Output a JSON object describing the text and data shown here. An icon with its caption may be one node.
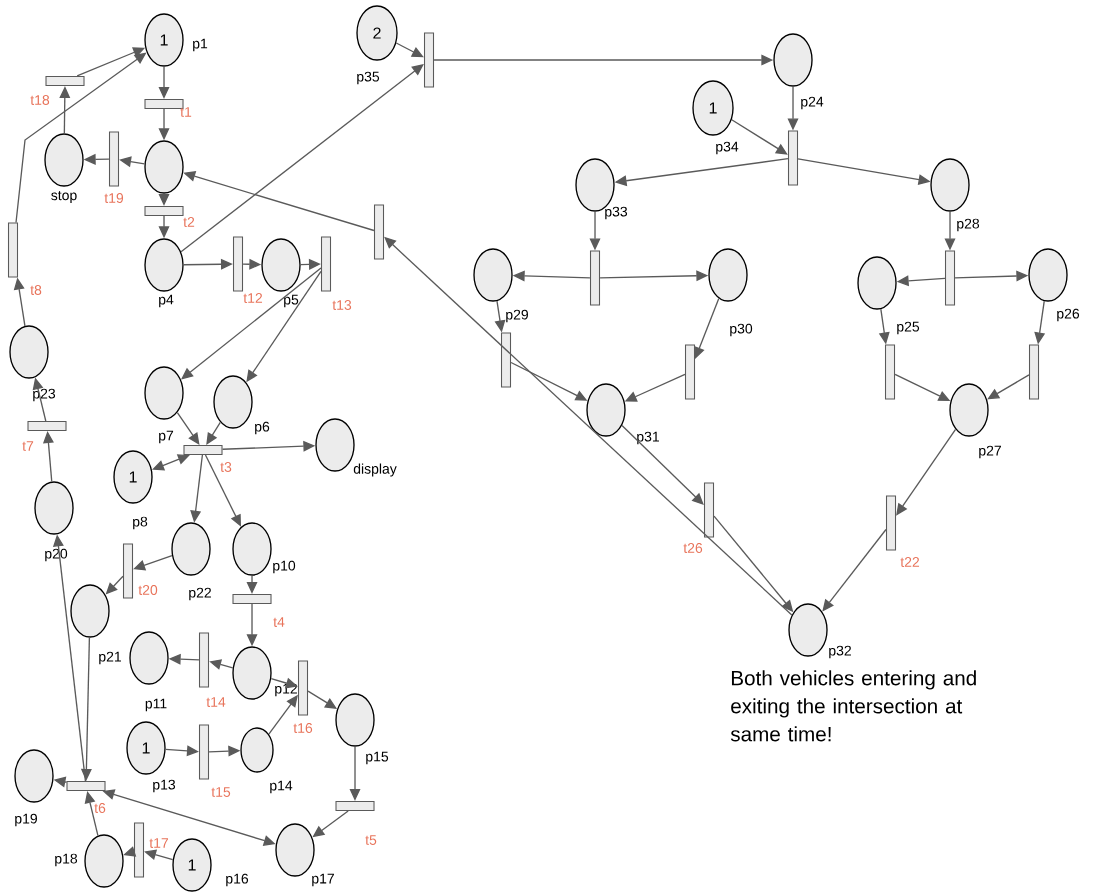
{
  "diagram": {
    "nodes": [
      {
        "text": [
          "1"
        ],
        "beside": [
          "p1"
        ]
      },
      {
        "text": [],
        "shape": "circle"
      },
      {
        "text": [],
        "shape": "circle",
        "beside": [
          "stop"
        ]
      },
      {
        "text": [],
        "shape": "circle",
        "beside": [
          "p4"
        ]
      },
      {
        "text": [],
        "shape": "circle",
        "beside": [
          "p5"
        ]
      },
      {
        "text": [
          "2"
        ],
        "beside": [
          "p35"
        ]
      },
      {
        "text": [],
        "shape": "circle",
        "beside": [
          "p24"
        ]
      },
      {
        "text": [
          "1"
        ],
        "beside": [
          "p34"
        ]
      },
      {
        "text": [],
        "shape": "circle",
        "beside": [
          "p33"
        ]
      },
      {
        "text": [],
        "shape": "circle",
        "beside": [
          "p28"
        ]
      },
      {
        "text": [],
        "shape": "circle",
        "beside": [
          "p29"
        ]
      },
      {
        "text": [],
        "shape": "circle",
        "beside": [
          "p30"
        ]
      },
      {
        "text": [],
        "shape": "circle",
        "beside": [
          "p25"
        ]
      },
      {
        "text": [],
        "shape": "circle",
        "beside": [
          "p26"
        ]
      },
      {
        "text": [],
        "shape": "circle",
        "beside": [
          "p31"
        ]
      },
      {
        "text": [],
        "shape": "circle",
        "beside": [
          "p27"
        ]
      },
      {
        "text": [],
        "shape": "circle",
        "beside": [
          "p32"
        ]
      },
      {
        "text": [],
        "shape": "circle",
        "beside": [
          "p23"
        ]
      },
      {
        "text": [],
        "shape": "circle",
        "beside": [
          "p7"
        ]
      },
      {
        "text": [],
        "shape": "circle",
        "beside": [
          "p6"
        ]
      },
      {
        "text": [],
        "shape": "circle",
        "beside": [
          "display"
        ]
      },
      {
        "text": [
          "1"
        ],
        "beside": [
          "p8"
        ]
      },
      {
        "text": [],
        "shape": "circle",
        "beside": [
          "p20"
        ]
      },
      {
        "text": [],
        "shape": "circle",
        "beside": [
          "p22"
        ]
      },
      {
        "text": [],
        "shape": "circle",
        "beside": [
          "p10"
        ]
      },
      {
        "text": [],
        "shape": "circle",
        "beside": [
          "p21"
        ]
      },
      {
        "text": [],
        "shape": "circle",
        "beside": [
          "p11"
        ]
      },
      {
        "text": [],
        "shape": "circle",
        "beside": [
          "p12"
        ]
      },
      {
        "text": [
          "1"
        ],
        "beside": [
          "p13"
        ]
      },
      {
        "text": [],
        "shape": "circle",
        "beside": [
          "p14"
        ]
      },
      {
        "text": [],
        "shape": "circle",
        "beside": [
          "p15"
        ]
      },
      {
        "text": [],
        "shape": "circle",
        "beside": [
          "p19"
        ]
      },
      {
        "text": [],
        "shape": "circle",
        "beside": [
          "p18"
        ]
      },
      {
        "text": [
          "1"
        ],
        "beside": [
          "p16"
        ]
      },
      {
        "text": [],
        "shape": "circle",
        "beside": [
          "p17"
        ]
      },
      {
        "text": [],
        "shape": "bar",
        "beside": [
          "t1"
        ]
      },
      {
        "text": [],
        "shape": "bar",
        "beside": [
          "t19"
        ]
      },
      {
        "text": [],
        "shape": "bar",
        "beside": [
          "t18"
        ]
      },
      {
        "text": [],
        "shape": "bar",
        "beside": [
          "t2"
        ]
      },
      {
        "text": [],
        "shape": "bar",
        "beside": [
          "t12"
        ]
      },
      {
        "text": [],
        "shape": "bar",
        "beside": [
          "t13"
        ]
      },
      {
        "text": [],
        "shape": "bar"
      },
      {
        "text": [],
        "shape": "bar",
        "beside": [
          "t8"
        ]
      },
      {
        "text": [],
        "shape": "bar"
      },
      {
        "text": [],
        "shape": "bar"
      },
      {
        "text": [],
        "shape": "bar"
      },
      {
        "text": [],
        "shape": "bar"
      },
      {
        "text": [],
        "shape": "bar"
      },
      {
        "text": [],
        "shape": "bar"
      },
      {
        "text": [],
        "shape": "bar"
      },
      {
        "text": [],
        "shape": "bar"
      },
      {
        "text": [],
        "shape": "bar",
        "beside": [
          "t26"
        ]
      },
      {
        "text": [],
        "shape": "bar",
        "beside": [
          "t22"
        ]
      },
      {
        "text": [],
        "shape": "bar",
        "beside": [
          "t7"
        ]
      },
      {
        "text": [],
        "shape": "bar",
        "beside": [
          "t3"
        ]
      },
      {
        "text": [],
        "shape": "bar",
        "beside": [
          "t20"
        ]
      },
      {
        "text": [],
        "shape": "bar",
        "beside": [
          "t4"
        ]
      },
      {
        "text": [],
        "shape": "bar",
        "beside": [
          "t14"
        ]
      },
      {
        "text": [],
        "shape": "bar",
        "beside": [
          "t16"
        ]
      },
      {
        "text": [],
        "shape": "bar",
        "beside": [
          "t15"
        ]
      },
      {
        "text": [],
        "shape": "bar",
        "beside": [
          "t6"
        ]
      },
      {
        "text": [],
        "shape": "bar",
        "beside": [
          "t5"
        ]
      },
      {
        "text": [],
        "shape": "bar",
        "beside": [
          "t17"
        ]
      }
    ],
    "edges": [
      {
        "from": 0,
        "to": 35,
        "arrow": "to"
      },
      {
        "from": 35,
        "to": 1,
        "arrow": "to"
      },
      {
        "from": 1,
        "to": 36,
        "arrow": "to"
      },
      {
        "from": 36,
        "to": 2,
        "arrow": "to"
      },
      {
        "from": 2,
        "to": 37,
        "arrow": "to"
      },
      {
        "from": 37,
        "to": 0,
        "arrow": "to"
      },
      {
        "from": 42,
        "to": 0,
        "arrow": "to"
      },
      {
        "from": 1,
        "to": 38,
        "arrow": "to"
      },
      {
        "from": 38,
        "to": 3,
        "arrow": "to"
      },
      {
        "from": 3,
        "to": 39,
        "arrow": "to"
      },
      {
        "from": 39,
        "to": 4,
        "arrow": "to"
      },
      {
        "from": 4,
        "to": 40,
        "arrow": "to"
      },
      {
        "from": 3,
        "to": 43,
        "arrow": "to"
      },
      {
        "from": 5,
        "to": 43,
        "arrow": "to"
      },
      {
        "from": 43,
        "to": 6,
        "arrow": "to"
      },
      {
        "from": 6,
        "to": 44,
        "arrow": "to"
      },
      {
        "from": 7,
        "to": 44,
        "arrow": "to"
      },
      {
        "from": 44,
        "to": 8,
        "arrow": "to"
      },
      {
        "from": 44,
        "to": 9,
        "arrow": "to"
      },
      {
        "from": 8,
        "to": 45,
        "arrow": "to"
      },
      {
        "from": 45,
        "to": 10,
        "arrow": "to"
      },
      {
        "from": 45,
        "to": 11,
        "arrow": "to"
      },
      {
        "from": 9,
        "to": 46,
        "arrow": "to"
      },
      {
        "from": 46,
        "to": 12,
        "arrow": "to"
      },
      {
        "from": 46,
        "to": 13,
        "arrow": "to"
      },
      {
        "from": 10,
        "to": 47,
        "arrow": "to"
      },
      {
        "from": 11,
        "to": 48,
        "arrow": "to"
      },
      {
        "from": 47,
        "to": 14,
        "arrow": "to"
      },
      {
        "from": 48,
        "to": 14,
        "arrow": "to"
      },
      {
        "from": 12,
        "to": 49,
        "arrow": "to"
      },
      {
        "from": 13,
        "to": 50,
        "arrow": "to"
      },
      {
        "from": 49,
        "to": 15,
        "arrow": "to"
      },
      {
        "from": 50,
        "to": 15,
        "arrow": "to"
      },
      {
        "from": 14,
        "to": 51,
        "arrow": "to"
      },
      {
        "from": 51,
        "to": 16,
        "arrow": "to"
      },
      {
        "from": 15,
        "to": 52,
        "arrow": "to"
      },
      {
        "from": 52,
        "to": 16,
        "arrow": "to"
      },
      {
        "from": 16,
        "to": 41,
        "arrow": "to"
      },
      {
        "from": 41,
        "to": 1,
        "arrow": "to"
      },
      {
        "from": 40,
        "to": 18,
        "arrow": "to"
      },
      {
        "from": 40,
        "to": 19,
        "arrow": "to"
      },
      {
        "from": 18,
        "to": 54,
        "arrow": "to"
      },
      {
        "from": 19,
        "to": 54,
        "arrow": "to"
      },
      {
        "from": 54,
        "to": 20,
        "arrow": "to"
      },
      {
        "from": 54,
        "to": 21,
        "arrow": "both"
      },
      {
        "from": 54,
        "to": 23,
        "arrow": "to"
      },
      {
        "from": 54,
        "to": 24,
        "arrow": "to"
      },
      {
        "from": 23,
        "to": 55,
        "arrow": "to"
      },
      {
        "from": 55,
        "to": 25,
        "arrow": "to"
      },
      {
        "from": 24,
        "to": 56,
        "arrow": "to"
      },
      {
        "from": 56,
        "to": 27,
        "arrow": "to"
      },
      {
        "from": 27,
        "to": 57,
        "arrow": "to"
      },
      {
        "from": 57,
        "to": 26,
        "arrow": "to"
      },
      {
        "from": 27,
        "to": 58,
        "arrow": "to"
      },
      {
        "from": 28,
        "to": 59,
        "arrow": "to"
      },
      {
        "from": 59,
        "to": 29,
        "arrow": "to"
      },
      {
        "from": 29,
        "to": 58,
        "arrow": "to"
      },
      {
        "from": 58,
        "to": 30,
        "arrow": "to"
      },
      {
        "from": 30,
        "to": 61,
        "arrow": "to"
      },
      {
        "from": 61,
        "to": 34,
        "arrow": "to"
      },
      {
        "from": 25,
        "to": 60,
        "arrow": "to"
      },
      {
        "from": 60,
        "to": 31,
        "arrow": "to"
      },
      {
        "from": 60,
        "to": 34,
        "arrow": "both"
      },
      {
        "from": 32,
        "to": 60,
        "arrow": "to"
      },
      {
        "from": 33,
        "to": 62,
        "arrow": "to"
      },
      {
        "from": 62,
        "to": 32,
        "arrow": "to"
      },
      {
        "from": 60,
        "to": 22,
        "arrow": "to"
      },
      {
        "from": 22,
        "to": 53,
        "arrow": "to"
      },
      {
        "from": 53,
        "to": 17,
        "arrow": "to"
      },
      {
        "from": 17,
        "to": 42,
        "arrow": "to"
      }
    ],
    "labels": [
      "Both vehicles entering and exiting the intersection at same time!"
    ]
  }
}
